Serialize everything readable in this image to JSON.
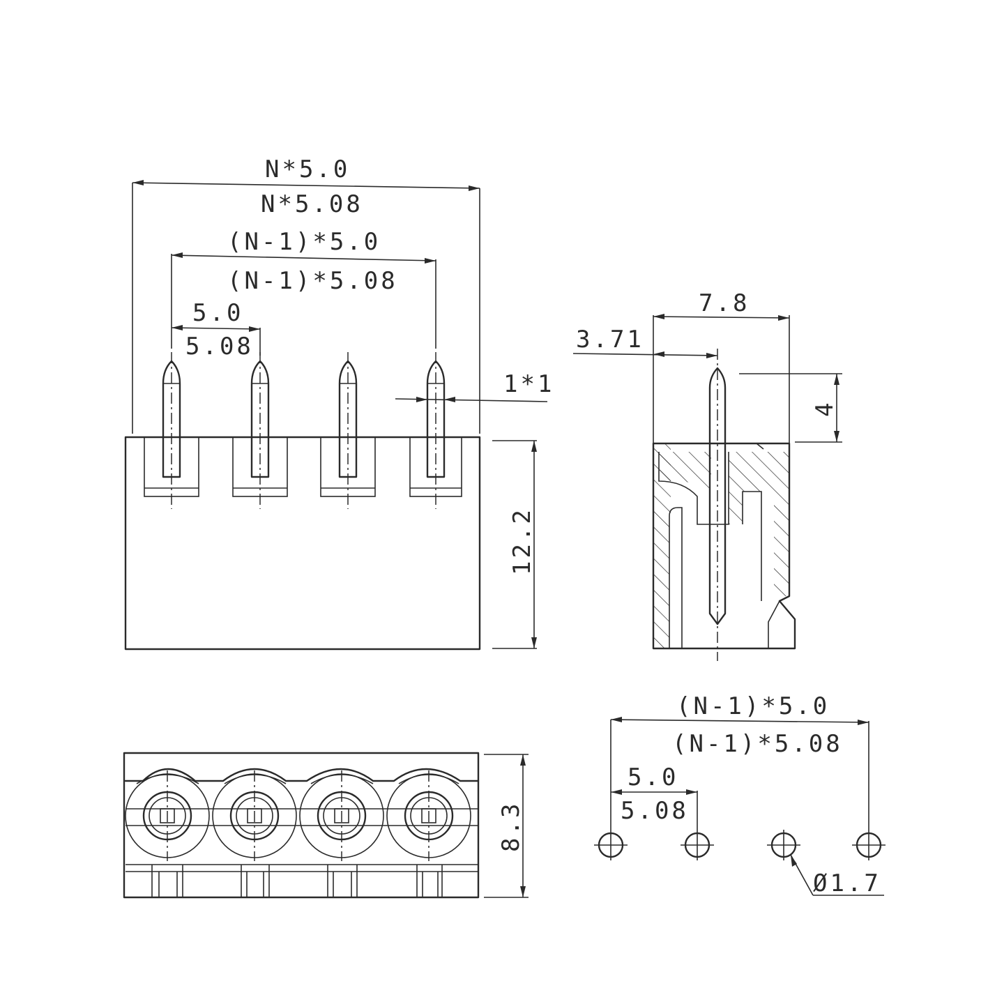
{
  "front_view": {
    "overall_width_5_0": "N*5.0",
    "overall_width_5_08": "N*5.08",
    "pin_span_5_0": "(N-1)*5.0",
    "pin_span_5_08": "(N-1)*5.08",
    "pitch_5_0": "5.0",
    "pitch_5_08": "5.08",
    "pin_section": "1*1",
    "body_height": "12.2"
  },
  "side_view": {
    "depth": "7.8",
    "pin_offset": "3.71",
    "pin_protrusion": "4"
  },
  "top_view": {
    "body_depth": "8.3"
  },
  "pcb_footprint": {
    "pin_span_5_0": "(N-1)*5.0",
    "pin_span_5_08": "(N-1)*5.08",
    "pitch_5_0": "5.0",
    "pitch_5_08": "5.08",
    "hole_diameter": "Ø1.7"
  }
}
